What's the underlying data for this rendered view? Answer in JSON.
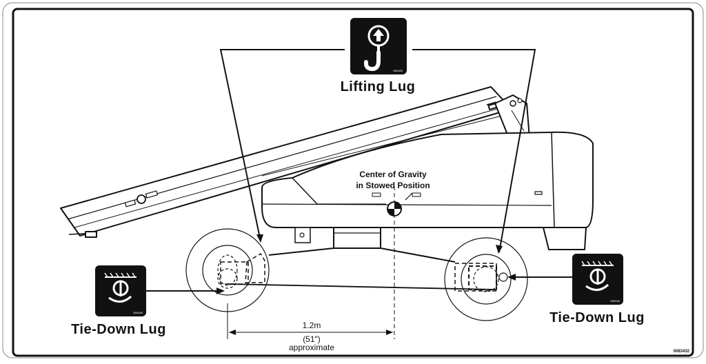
{
  "labels": {
    "lifting_lug": "Lifting Lug",
    "tie_down_lug_left": "Tie-Down Lug",
    "tie_down_lug_right": "Tie-Down Lug",
    "center_of_gravity_line1": "Center of Gravity",
    "center_of_gravity_line2": "in Stowed Position",
    "dimension_metric": "1.2m",
    "dimension_imperial": "(51\")",
    "dimension_note": "approximate",
    "figure_code": "0083432"
  },
  "icon_codes": {
    "lifting_icon": "0083435",
    "tie_down_left": "0083436",
    "tie_down_right": "0083436"
  },
  "icons": {
    "lifting": "lifting-hook-icon",
    "tie_down": "tie-down-icon"
  },
  "colors": {
    "ink": "#111111",
    "icon_background": "#111111",
    "icon_foreground": "#ffffff",
    "paper": "#ffffff"
  }
}
